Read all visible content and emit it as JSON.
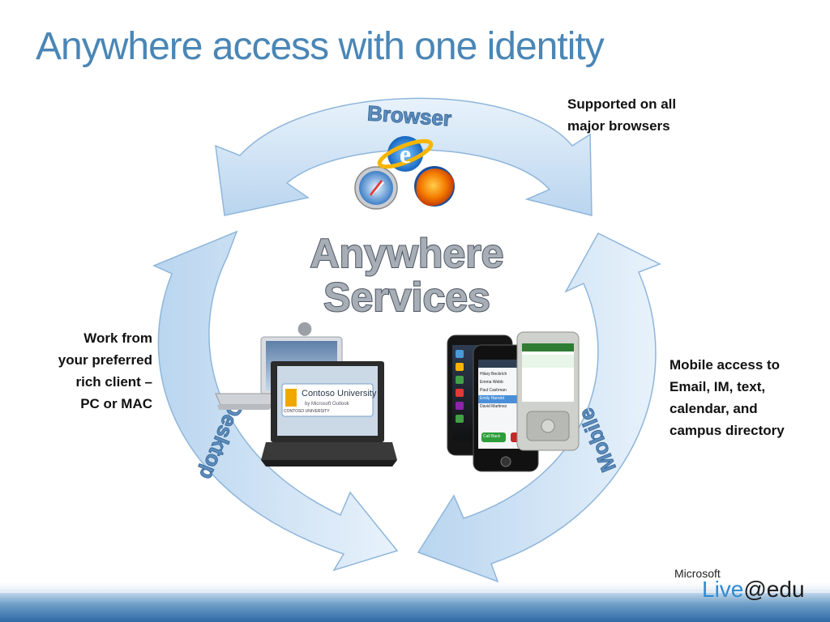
{
  "slide": {
    "title": "Anywhere access with one identity",
    "center_heading_line1": "Anywhere",
    "center_heading_line2": "Services",
    "arc_labels": {
      "top": "Browser",
      "left": "Desktop",
      "right": "Mobile"
    },
    "captions": {
      "browser": [
        "Supported on all",
        "major browsers"
      ],
      "desktop": [
        "Work from",
        "your preferred",
        "rich client –",
        "PC or MAC"
      ],
      "mobile": [
        "Mobile access to",
        "Email, IM, text,",
        "calendar, and",
        "campus directory"
      ]
    },
    "laptop_screen": {
      "title": "Contoso University",
      "sub": "by Microsoft Outlook",
      "brand": "CONTOSO UNIVERSITY"
    },
    "phone_contacts": [
      "Hilary Beckrich",
      "Emma Webb",
      "Paul Cashman",
      "Emily Harrold",
      "David Martinez"
    ],
    "phone_button": "Call Back",
    "logo": {
      "company": "Microsoft",
      "product_live": "Live",
      "product_rest": "@edu"
    },
    "colors": {
      "title": "#4a86b6",
      "arrow_fill": "#c9dff4",
      "arrow_stroke": "#8fb6db"
    },
    "icons": [
      "internet-explorer-icon",
      "safari-icon",
      "firefox-icon",
      "apple-logo-icon"
    ]
  }
}
